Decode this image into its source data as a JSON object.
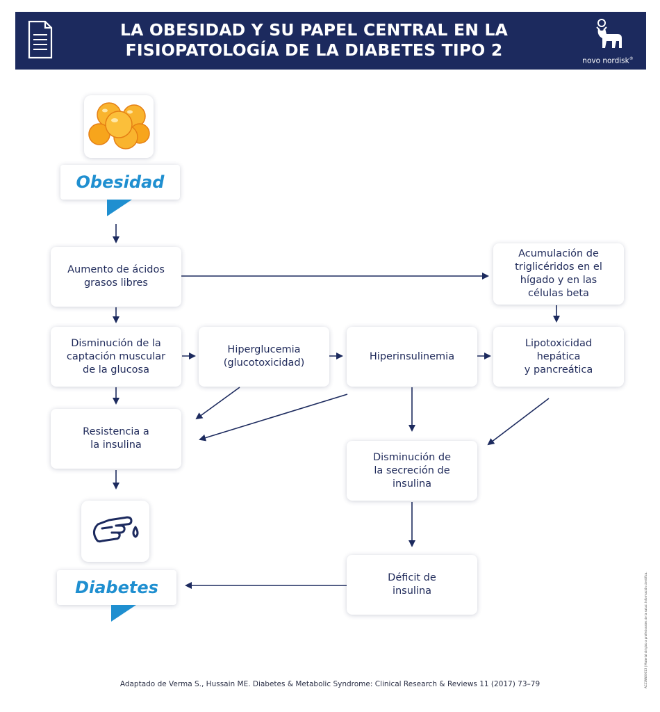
{
  "header": {
    "title": "LA OBESIDAD Y SU PAPEL CENTRAL EN LA FISIOPATOLOGÍA DE LA DIABETES TIPO 2",
    "logo_text": "novo nordisk",
    "logo_mark": "®"
  },
  "colors": {
    "header_bg": "#1c2a5e",
    "accent_blue": "#1f8fd0",
    "text_navy": "#1f2a5a",
    "arrow": "#1c2a5e",
    "fat_cell": "#f7a51c"
  },
  "icons": {
    "document": "document-icon",
    "logo": "apis-bull-icon",
    "fat_cells": "fat-cells-icon",
    "blood_drop": "finger-blood-drop-icon"
  },
  "nodes": {
    "obesidad": "Obesidad",
    "acidos": "Aumento de ácidos\ngrasos libres",
    "trigliceridos": "Acumulación de\ntriglicéridos en el\nhígado y en las\ncélulas beta",
    "captacion": "Disminución de la\ncaptación muscular\nde la glucosa",
    "hiperglucemia": "Hiperglucemia\n(glucotoxicidad)",
    "hiperinsulinemia": "Hiperinsulinemia",
    "lipotoxicidad": "Lipotoxicidad\nhepática\ny pancreática",
    "resistencia": "Resistencia a\nla insulina",
    "secrecion": "Disminución de\nla secreción de\ninsulina",
    "deficit": "Déficit de\ninsulina",
    "diabetes": "Diabetes"
  },
  "footer": {
    "citation": "Adaptado de Verma S., Hussain ME. Diabetes & Metabolic Syndrome: Clinical Research & Reviews 11 (2017) 73–79",
    "side_note": "AC21NN00013 | Material dirigido a profesionales de la salud. Información científica."
  }
}
